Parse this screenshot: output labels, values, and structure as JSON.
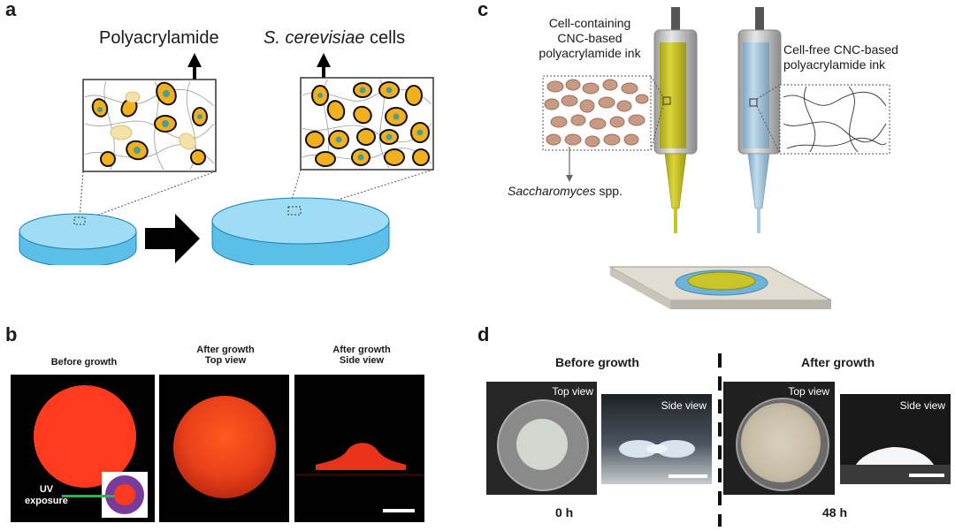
{
  "panels": {
    "a": {
      "label": "a",
      "polymer_label": "Polyacrylamide",
      "cells_species": "S. cerevisiae",
      "cells_word": " cells"
    },
    "b": {
      "label": "b",
      "captions": [
        "Before growth",
        "After growth\nTop view",
        "After growth\nSide view"
      ],
      "uv_label": "UV\nexposure",
      "colors": {
        "hydrogel_red": "#ff3a1f",
        "uv_ring": "#7a3a9c"
      }
    },
    "c": {
      "label": "c",
      "cell_ink_label": "Cell-containing\nCNC-based\npolyacrylamide ink",
      "free_ink_label": "Cell-free CNC-based\npolyacrylamide ink",
      "yeast_genus": "Saccharomyces",
      "yeast_suffix": " spp.",
      "colors": {
        "cell_ink": "#c9c427",
        "free_ink": "#a9cbe3"
      }
    },
    "d": {
      "label": "d",
      "before_title": "Before growth",
      "after_title": "After growth",
      "top_view": "Top  view",
      "side_view": "Side view",
      "time_before": "0 h",
      "time_after": "48 h"
    }
  }
}
